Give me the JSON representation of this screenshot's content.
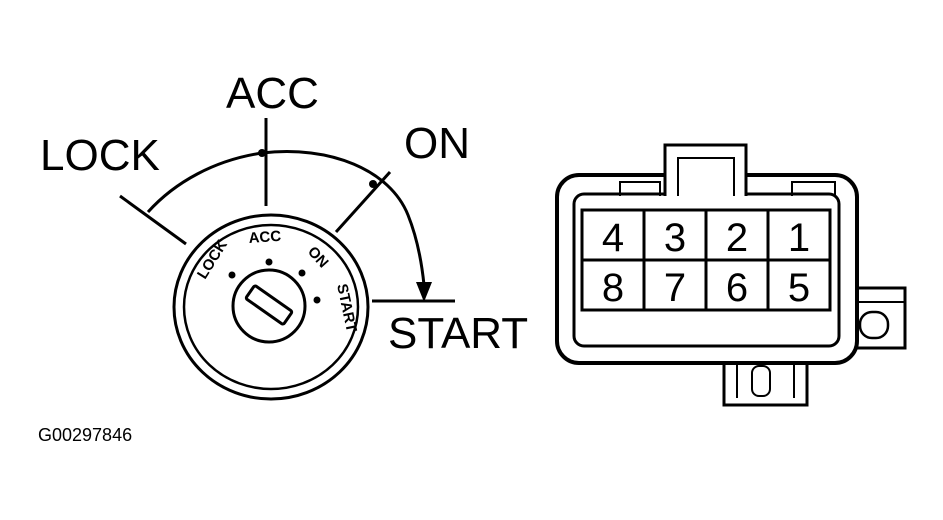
{
  "switch_positions": {
    "lock": "LOCK",
    "acc": "ACC",
    "on": "ON",
    "start": "START"
  },
  "switch_face_labels": {
    "lock": "LOCK",
    "acc": "ACC",
    "on": "ON",
    "start": "START"
  },
  "connector": {
    "pins_top": [
      "4",
      "3",
      "2",
      "1"
    ],
    "pins_bottom": [
      "8",
      "7",
      "6",
      "5"
    ]
  },
  "figure_id": "G00297846"
}
